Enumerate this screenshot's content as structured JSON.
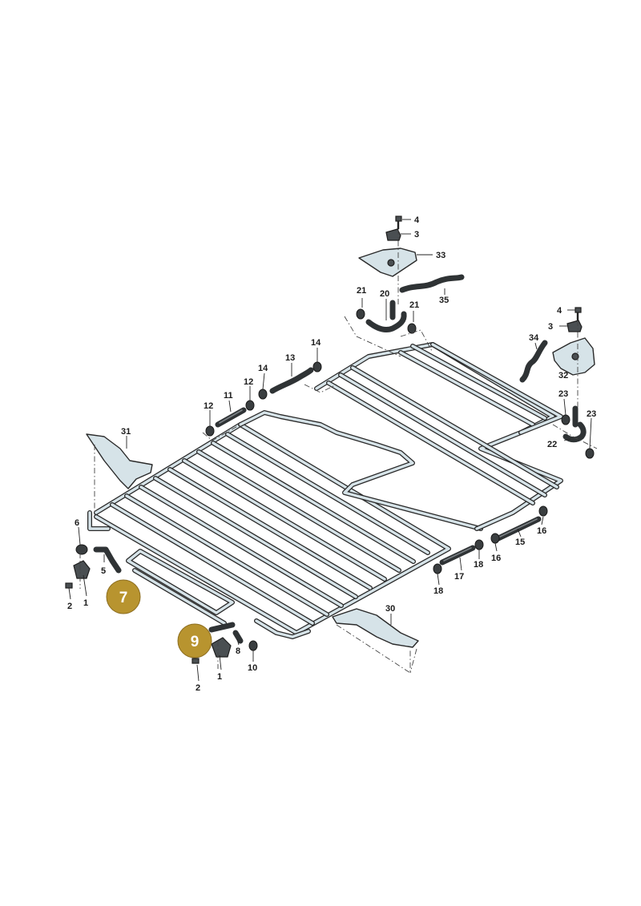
{
  "callouts": {
    "c1a": "1",
    "c1b": "1",
    "c2a": "2",
    "c2b": "2",
    "c3a": "3",
    "c3b": "3",
    "c4a": "4",
    "c4b": "4",
    "c5": "5",
    "c6": "6",
    "c8": "8",
    "c10": "10",
    "c11": "11",
    "c12a": "12",
    "c12b": "12",
    "c13": "13",
    "c14a": "14",
    "c14b": "14",
    "c15": "15",
    "c16a": "16",
    "c16b": "16",
    "c17": "17",
    "c18a": "18",
    "c18b": "18",
    "c20": "20",
    "c21a": "21",
    "c21b": "21",
    "c22": "22",
    "c23a": "23",
    "c23b": "23",
    "c30": "30",
    "c31": "31",
    "c32": "32",
    "c33": "33",
    "c34": "34",
    "c35": "35"
  },
  "badges": {
    "b7": "7",
    "b9": "9"
  },
  "colors": {
    "badge": "#b8942f",
    "part_fill": "#d6e3e8",
    "hose": "#2f3335"
  }
}
